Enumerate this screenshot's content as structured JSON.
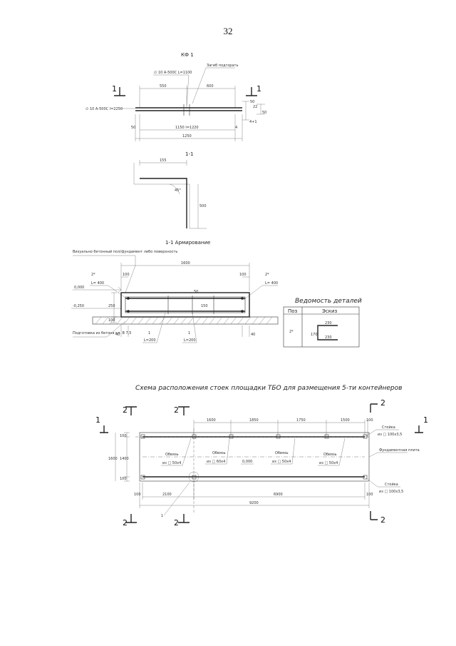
{
  "page_number": "32",
  "kf": {
    "title": "КФ 1",
    "section_mark": "1",
    "bar_top_label": "∅ 10 А-500С L=1100",
    "bar_left_label": "∅ 10 А-500С l=2250",
    "weld_label": "Загиб подгорать",
    "dim_top_left": "550",
    "dim_top_right": "600",
    "dim_bottom_inner": "1150 l=1220",
    "dim_bottom_total": "1250",
    "dim_left_a": "50",
    "dim_right_a": "50",
    "dim_right_b": "22",
    "dim_right_c": "50",
    "dim_right_d": "4+1",
    "pos_mark": "4"
  },
  "section11": {
    "title": "1-1",
    "dim_top": "155",
    "dim_angle": "45°",
    "dim_side": "500"
  },
  "reinf": {
    "title": "1-1 Армирование",
    "note": "Визуально бетонный пол/фундамент либо поверхность",
    "dim_total": "1600",
    "dim_left_edge": "100",
    "dim_right_edge": "100",
    "pos_left": "2*",
    "len_left": "L= 400",
    "pos_right": "2*",
    "len_right": "L= 400",
    "lvl_top": "0,000",
    "lvl_bottom": "-0,250",
    "dim_h1": "250",
    "dim_h2": "100",
    "dim_mid_a": "50",
    "dim_mid_b": "150",
    "dim_bot_left": "40",
    "dim_bot_right": "40",
    "pos_mark_a": "1",
    "pos_mark_b": "1",
    "len_a": "L=200",
    "len_b": "L=200",
    "base_note": "Подготовка из бетона кл. В 7,5"
  },
  "parts_table": {
    "title": "Ведомость деталей",
    "header_pos": "Поз",
    "header_sketch": "Эскиз",
    "row_pos": "2*",
    "sketch_top": "230",
    "sketch_side": "170",
    "sketch_bottom": "230"
  },
  "scheme": {
    "title": "Схема расположения стоек площадки ТБО для размещения 5-ти контейнеров",
    "section1": "1",
    "section2": "2",
    "dims_top": [
      "1600",
      "1850",
      "1750",
      "1500"
    ],
    "dim_top_right": "100",
    "dims_left": [
      "100",
      "1400",
      "100"
    ],
    "dim_left_total": "1600",
    "dim_bottom_left": "100",
    "dim_bottom_a": "2100",
    "dim_bottom_b": "6900",
    "dim_bottom_right": "100",
    "dim_bottom_total": "9200",
    "tie_label": "Обвязь",
    "tie_a": "из □ 50х4",
    "tie_b": "из □ 60х4",
    "tie_c": "из □ 50х4",
    "tie_d": "из □ 50х4",
    "level": "0,000",
    "post_top": "Стойка",
    "post_top_size": "из □ 100х3,5",
    "post_bottom": "Стойка",
    "post_bottom_size": "из □ 100х3,5",
    "foundation": "Фундаментная плита",
    "mark_1": "1"
  }
}
